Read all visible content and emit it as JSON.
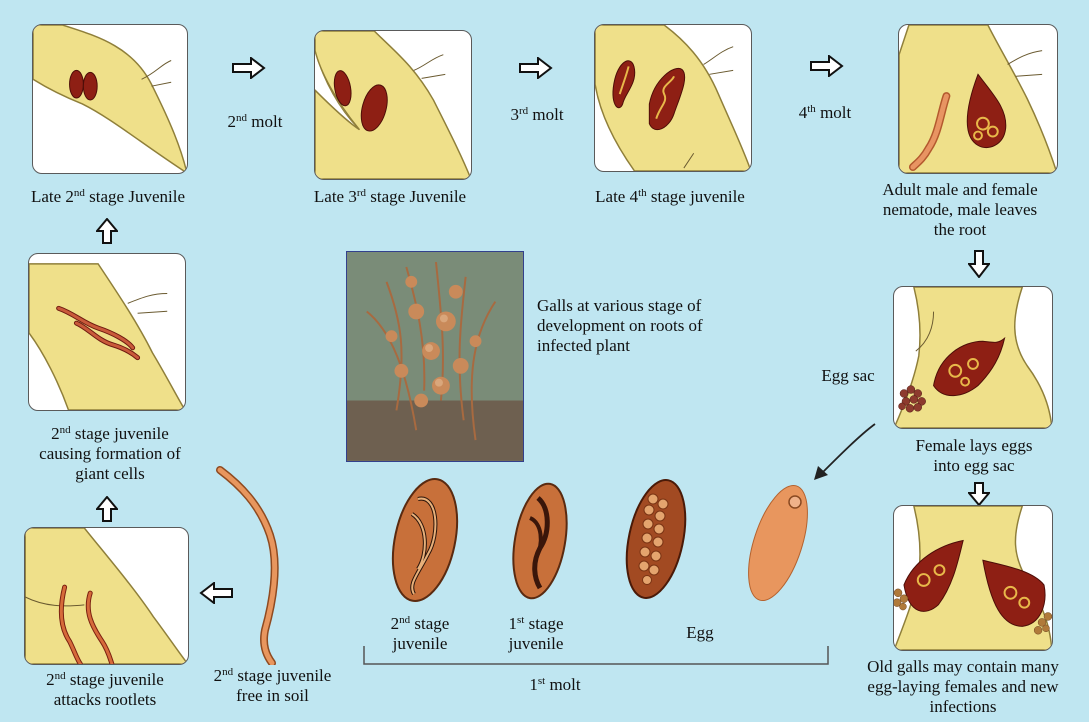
{
  "stages": {
    "late_j2": {
      "pre": "Late 2",
      "sup": "nd",
      "post": " stage Juvenile"
    },
    "late_j3": {
      "pre": "Late 3",
      "sup": "rd",
      "post": "  stage Juvenile"
    },
    "late_j4": {
      "pre": "Late 4",
      "sup": "th",
      "post": " stage juvenile"
    },
    "adult": {
      "line1": "Adult male and female",
      "line2": "nematode, male leaves",
      "line3": "the root"
    },
    "female_lays": {
      "line1": "Female lays eggs",
      "line2": "into egg sac"
    },
    "old_galls": {
      "line1": "Old galls may contain many",
      "line2": "egg-laying females and new",
      "line3": "infections"
    },
    "giant_cells": {
      "pre": "2",
      "sup": "nd",
      "post": "  stage juvenile",
      "line2": "causing formation of",
      "line3": "giant cells"
    },
    "attacks": {
      "pre": "2",
      "sup": "nd",
      "post": " stage juvenile",
      "line2": "attacks rootlets"
    },
    "free_soil": {
      "pre": "2",
      "sup": "nd",
      "post": " stage juvenile",
      "line2": "free in soil"
    },
    "egg_j2": {
      "pre": "2",
      "sup": "nd",
      "post": "  stage",
      "line2": "juvenile"
    },
    "egg_j1": {
      "pre": "1",
      "sup": "st",
      "post": "  stage",
      "line2": "juvenile"
    },
    "egg": "Egg"
  },
  "molts": {
    "second": {
      "pre": "2",
      "sup": "nd",
      "post": "  molt"
    },
    "third": {
      "pre": "3",
      "sup": "rd",
      "post": "  molt"
    },
    "fourth": {
      "pre": "4",
      "sup": "th",
      "post": " molt"
    },
    "first": {
      "pre": "1",
      "sup": "st",
      "post": "  molt"
    }
  },
  "labels": {
    "egg_sac": "Egg sac",
    "galls_caption": {
      "line1": "Galls at various stage of",
      "line2": "development on roots of",
      "line3": "infected plant"
    }
  },
  "colors": {
    "background": "#bfe6f1",
    "root_fill": "#efe08a",
    "root_stroke": "#8f7f3a",
    "gall_red": "#8e1f14",
    "worm_orange": "#d98a52",
    "egg_orange": "#e8965e"
  },
  "icons": [
    "outline-arrow-right-icon",
    "outline-arrow-down-icon",
    "outline-arrow-up-icon",
    "outline-arrow-left-icon",
    "curved-arrow-icon"
  ]
}
